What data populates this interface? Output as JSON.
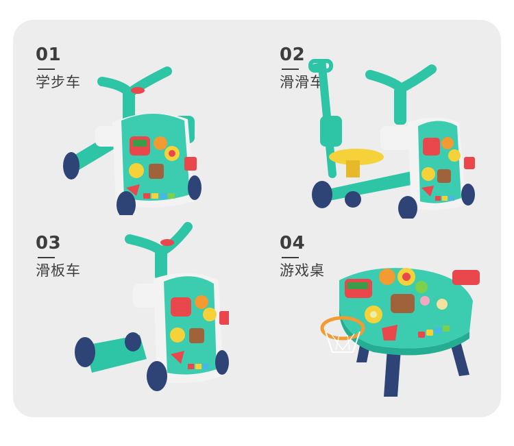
{
  "colors": {
    "panel_bg": "#ededed",
    "text": "#3d3d3d",
    "teal": "#2ec4a6",
    "teal_dark": "#1fa58b",
    "navy": "#2e4476",
    "white_body": "#f3f3f3",
    "yellow": "#f5d23a",
    "red": "#e9474c",
    "orange": "#f39a32"
  },
  "modes": [
    {
      "number": "01",
      "name": "学步车",
      "image": "walker-mode-image"
    },
    {
      "number": "02",
      "name": "滑滑车",
      "image": "ride-on-mode-image"
    },
    {
      "number": "03",
      "name": "滑板车",
      "image": "scooter-mode-image"
    },
    {
      "number": "04",
      "name": "游戏桌",
      "image": "activity-table-mode-image"
    }
  ]
}
